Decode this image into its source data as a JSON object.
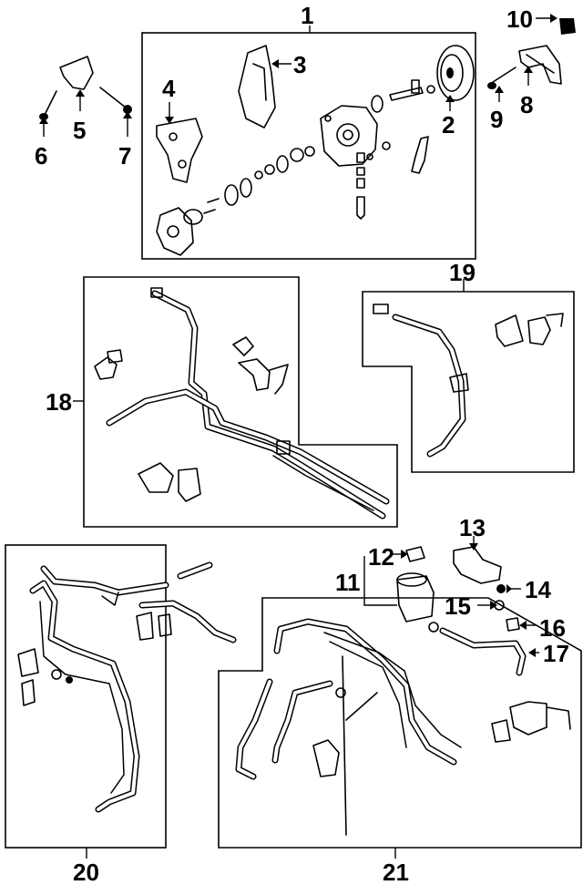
{
  "callouts": {
    "c1": "1",
    "c2": "2",
    "c3": "3",
    "c4": "4",
    "c5": "5",
    "c6": "6",
    "c7": "7",
    "c8": "8",
    "c9": "9",
    "c10": "10",
    "c11": "11",
    "c12": "12",
    "c13": "13",
    "c14": "14",
    "c15": "15",
    "c16": "16",
    "c17": "17",
    "c18": "18",
    "c19": "19",
    "c20": "20",
    "c21": "21"
  },
  "colors": {
    "ink": "#000000",
    "paper": "#ffffff",
    "shade": "#cfcfcf"
  }
}
